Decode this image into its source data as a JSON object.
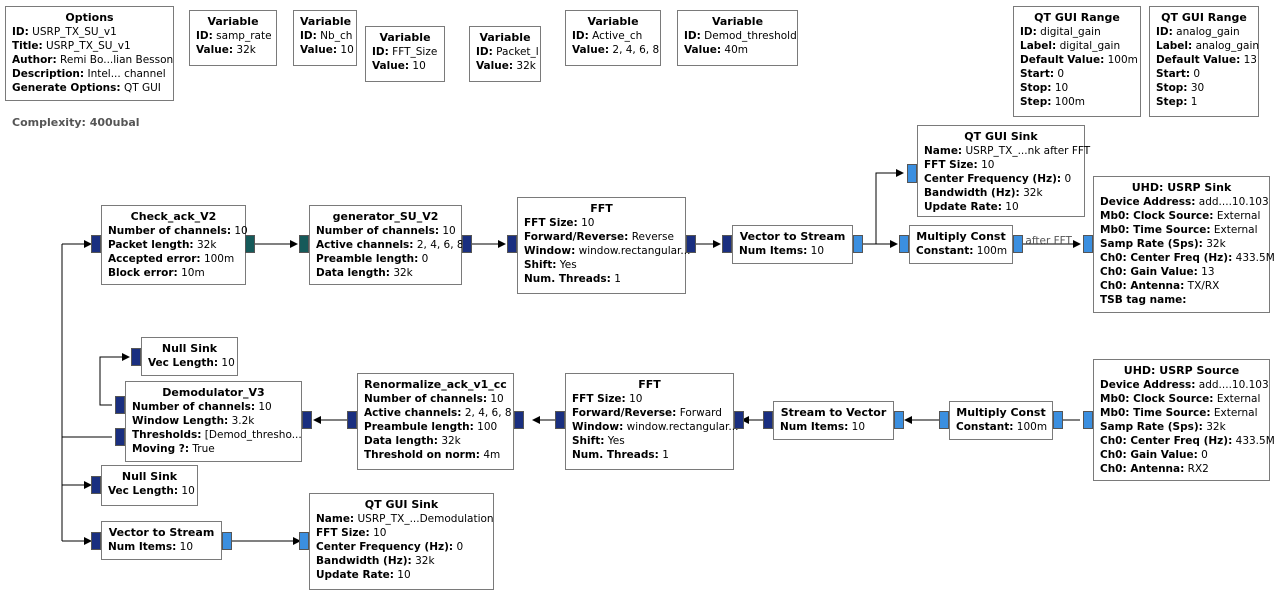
{
  "complexity": "Complexity: 400ubal",
  "wire_label": "k after FFT",
  "blocks": {
    "options": {
      "title": "Options",
      "rows": [
        {
          "k": "ID:",
          "v": "USRP_TX_SU_v1"
        },
        {
          "k": "Title:",
          "v": "USRP_TX_SU_v1"
        },
        {
          "k": "Author:",
          "v": "Remi Bo...lian Besson"
        },
        {
          "k": "Description:",
          "v": "Intel... channel"
        },
        {
          "k": "Generate Options:",
          "v": "QT GUI"
        }
      ]
    },
    "var_samp_rate": {
      "title": "Variable",
      "rows": [
        {
          "k": "ID:",
          "v": "samp_rate"
        },
        {
          "k": "Value:",
          "v": "32k"
        }
      ]
    },
    "var_nb_ch": {
      "title": "Variable",
      "rows": [
        {
          "k": "ID:",
          "v": "Nb_ch"
        },
        {
          "k": "Value:",
          "v": "10"
        }
      ]
    },
    "var_fft_size": {
      "title": "Variable",
      "rows": [
        {
          "k": "ID:",
          "v": "FFT_Size"
        },
        {
          "k": "Value:",
          "v": "10"
        }
      ]
    },
    "var_packet_l": {
      "title": "Variable",
      "rows": [
        {
          "k": "ID:",
          "v": "Packet_l"
        },
        {
          "k": "Value:",
          "v": "32k"
        }
      ]
    },
    "var_active_ch": {
      "title": "Variable",
      "rows": [
        {
          "k": "ID:",
          "v": "Active_ch"
        },
        {
          "k": "Value:",
          "v": "2, 4, 6, 8"
        }
      ]
    },
    "var_demod_threshold": {
      "title": "Variable",
      "rows": [
        {
          "k": "ID:",
          "v": "Demod_threshold"
        },
        {
          "k": "Value:",
          "v": "40m"
        }
      ]
    },
    "range_digital_gain": {
      "title": "QT GUI Range",
      "rows": [
        {
          "k": "ID:",
          "v": "digital_gain"
        },
        {
          "k": "Label:",
          "v": "digital_gain"
        },
        {
          "k": "Default Value:",
          "v": "100m"
        },
        {
          "k": "Start:",
          "v": "0"
        },
        {
          "k": "Stop:",
          "v": "10"
        },
        {
          "k": "Step:",
          "v": "100m"
        }
      ]
    },
    "range_analog_gain": {
      "title": "QT GUI Range",
      "rows": [
        {
          "k": "ID:",
          "v": "analog_gain"
        },
        {
          "k": "Label:",
          "v": "analog_gain"
        },
        {
          "k": "Default Value:",
          "v": "13"
        },
        {
          "k": "Start:",
          "v": "0"
        },
        {
          "k": "Stop:",
          "v": "30"
        },
        {
          "k": "Step:",
          "v": "1"
        }
      ]
    },
    "qt_gui_sink_top": {
      "title": "QT GUI Sink",
      "rows": [
        {
          "k": "Name:",
          "v": "USRP_TX_...nk after FFT"
        },
        {
          "k": "FFT Size:",
          "v": "10"
        },
        {
          "k": "Center Frequency (Hz):",
          "v": "0"
        },
        {
          "k": "Bandwidth (Hz):",
          "v": "32k"
        },
        {
          "k": "Update Rate:",
          "v": "10"
        }
      ]
    },
    "check_ack": {
      "title": "Check_ack_V2",
      "rows": [
        {
          "k": "Number of channels:",
          "v": "10"
        },
        {
          "k": "Packet length:",
          "v": "32k"
        },
        {
          "k": "Accepted error:",
          "v": "100m"
        },
        {
          "k": "Block error:",
          "v": "10m"
        }
      ]
    },
    "generator": {
      "title": "generator_SU_V2",
      "rows": [
        {
          "k": "Number of channels:",
          "v": "10"
        },
        {
          "k": "Active channels:",
          "v": "2, 4, 6, 8"
        },
        {
          "k": "Preamble length:",
          "v": "0"
        },
        {
          "k": "Data length:",
          "v": "32k"
        }
      ]
    },
    "fft_tx": {
      "title": "FFT",
      "rows": [
        {
          "k": "FFT Size:",
          "v": "10"
        },
        {
          "k": "Forward/Reverse:",
          "v": "Reverse"
        },
        {
          "k": "Window:",
          "v": "window.rectangular..."
        },
        {
          "k": "Shift:",
          "v": "Yes"
        },
        {
          "k": "Num. Threads:",
          "v": "1"
        }
      ]
    },
    "vec_to_stream_tx": {
      "title": "Vector to Stream",
      "rows": [
        {
          "k": "Num Items:",
          "v": "10"
        }
      ]
    },
    "multiply_tx": {
      "title": "Multiply Const",
      "rows": [
        {
          "k": "Constant:",
          "v": "100m"
        }
      ]
    },
    "usrp_sink": {
      "title": "UHD: USRP Sink",
      "rows": [
        {
          "k": "Device Address:",
          "v": "add....10.103"
        },
        {
          "k": "Mb0: Clock Source:",
          "v": "External"
        },
        {
          "k": "Mb0: Time Source:",
          "v": "External"
        },
        {
          "k": "Samp Rate (Sps):",
          "v": "32k"
        },
        {
          "k": "Ch0: Center Freq (Hz):",
          "v": "433.5M"
        },
        {
          "k": "Ch0: Gain Value:",
          "v": "13"
        },
        {
          "k": "Ch0: Antenna:",
          "v": "TX/RX"
        },
        {
          "k": "TSB tag name:",
          "v": ""
        }
      ]
    },
    "null_sink_1": {
      "title": "Null Sink",
      "rows": [
        {
          "k": "Vec Length:",
          "v": "10"
        }
      ]
    },
    "demodulator": {
      "title": "Demodulator_V3",
      "rows": [
        {
          "k": "Number of channels:",
          "v": "10"
        },
        {
          "k": "Window Length:",
          "v": "3.2k"
        },
        {
          "k": "Thresholds:",
          "v": "[Demod_thresho..."
        },
        {
          "k": "Moving ?:",
          "v": "True"
        }
      ]
    },
    "renormalize": {
      "title": "Renormalize_ack_v1_cc",
      "rows": [
        {
          "k": "Number of channels:",
          "v": "10"
        },
        {
          "k": "Active channels:",
          "v": "2, 4, 6, 8"
        },
        {
          "k": "Preambule length:",
          "v": "100"
        },
        {
          "k": "Data length:",
          "v": "32k"
        },
        {
          "k": "Threshold on norm:",
          "v": "4m"
        }
      ]
    },
    "fft_rx": {
      "title": "FFT",
      "rows": [
        {
          "k": "FFT Size:",
          "v": "10"
        },
        {
          "k": "Forward/Reverse:",
          "v": "Forward"
        },
        {
          "k": "Window:",
          "v": "window.rectangular..."
        },
        {
          "k": "Shift:",
          "v": "Yes"
        },
        {
          "k": "Num. Threads:",
          "v": "1"
        }
      ]
    },
    "stream_to_vector": {
      "title": "Stream to Vector",
      "rows": [
        {
          "k": "Num Items:",
          "v": "10"
        }
      ]
    },
    "multiply_rx": {
      "title": "Multiply Const",
      "rows": [
        {
          "k": "Constant:",
          "v": "100m"
        }
      ]
    },
    "usrp_source": {
      "title": "UHD: USRP Source",
      "rows": [
        {
          "k": "Device Address:",
          "v": "add....10.103"
        },
        {
          "k": "Mb0: Clock Source:",
          "v": "External"
        },
        {
          "k": "Mb0: Time Source:",
          "v": "External"
        },
        {
          "k": "Samp Rate (Sps):",
          "v": "32k"
        },
        {
          "k": "Ch0: Center Freq (Hz):",
          "v": "433.5M"
        },
        {
          "k": "Ch0: Gain Value:",
          "v": "0"
        },
        {
          "k": "Ch0: Antenna:",
          "v": "RX2"
        }
      ]
    },
    "null_sink_2": {
      "title": "Null Sink",
      "rows": [
        {
          "k": "Vec Length:",
          "v": "10"
        }
      ]
    },
    "vec_to_stream_rx": {
      "title": "Vector to Stream",
      "rows": [
        {
          "k": "Num Items:",
          "v": "10"
        }
      ]
    },
    "qt_gui_sink_bottom": {
      "title": "QT GUI Sink",
      "rows": [
        {
          "k": "Name:",
          "v": "USRP_TX_...Demodulation"
        },
        {
          "k": "FFT Size:",
          "v": "10"
        },
        {
          "k": "Center Frequency (Hz):",
          "v": "0"
        },
        {
          "k": "Bandwidth (Hz):",
          "v": "32k"
        },
        {
          "k": "Update Rate:",
          "v": "10"
        }
      ]
    }
  }
}
